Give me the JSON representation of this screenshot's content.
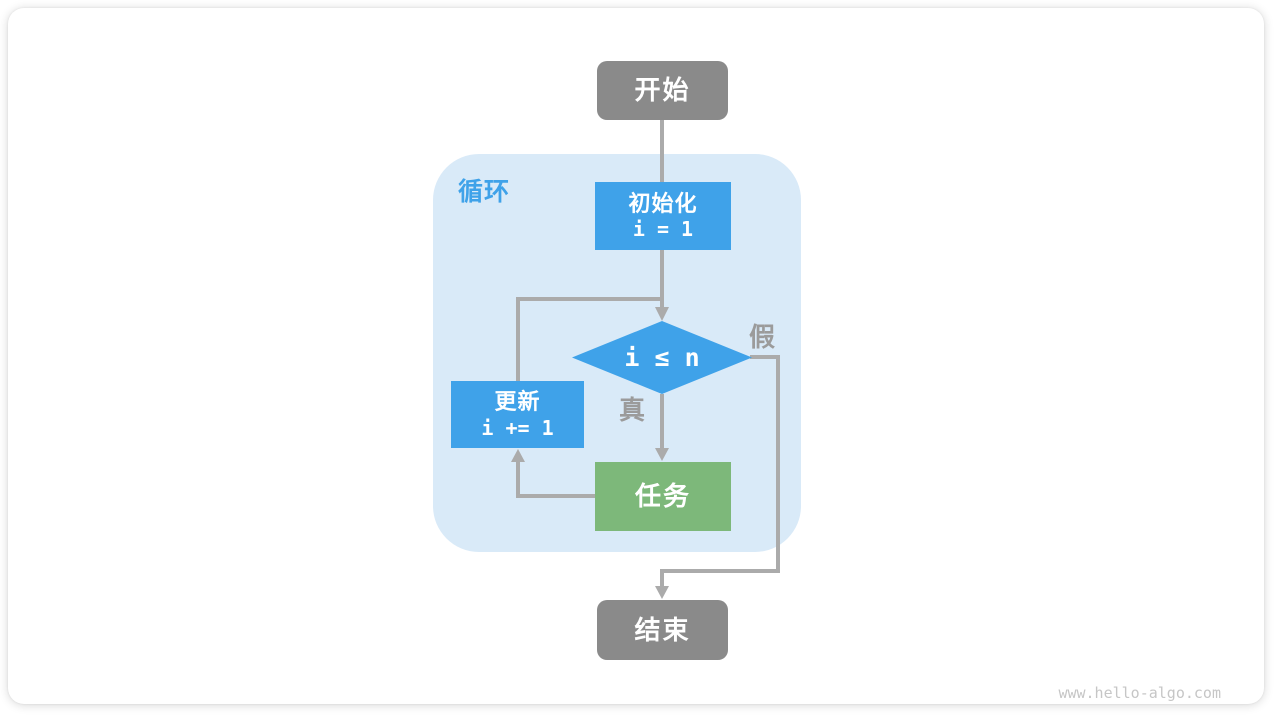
{
  "diagram": {
    "loop_label": "循环",
    "nodes": {
      "start": "开始",
      "init_title": "初始化",
      "init_code": "i = 1",
      "condition": "i ≤ n",
      "update_title": "更新",
      "update_code": "i += 1",
      "task": "任务",
      "end": "结束"
    },
    "edge_labels": {
      "true_label": "真",
      "false_label": "假"
    },
    "colors": {
      "blue": "#3FA2E9",
      "green": "#7DB87A",
      "gray": "#8A8A8A",
      "region": "#D9EAF8",
      "line": "#ABABAB",
      "label": "#9B9B9B",
      "watermark": "#C6C6C6"
    },
    "watermark": "www.hello-algo.com"
  }
}
